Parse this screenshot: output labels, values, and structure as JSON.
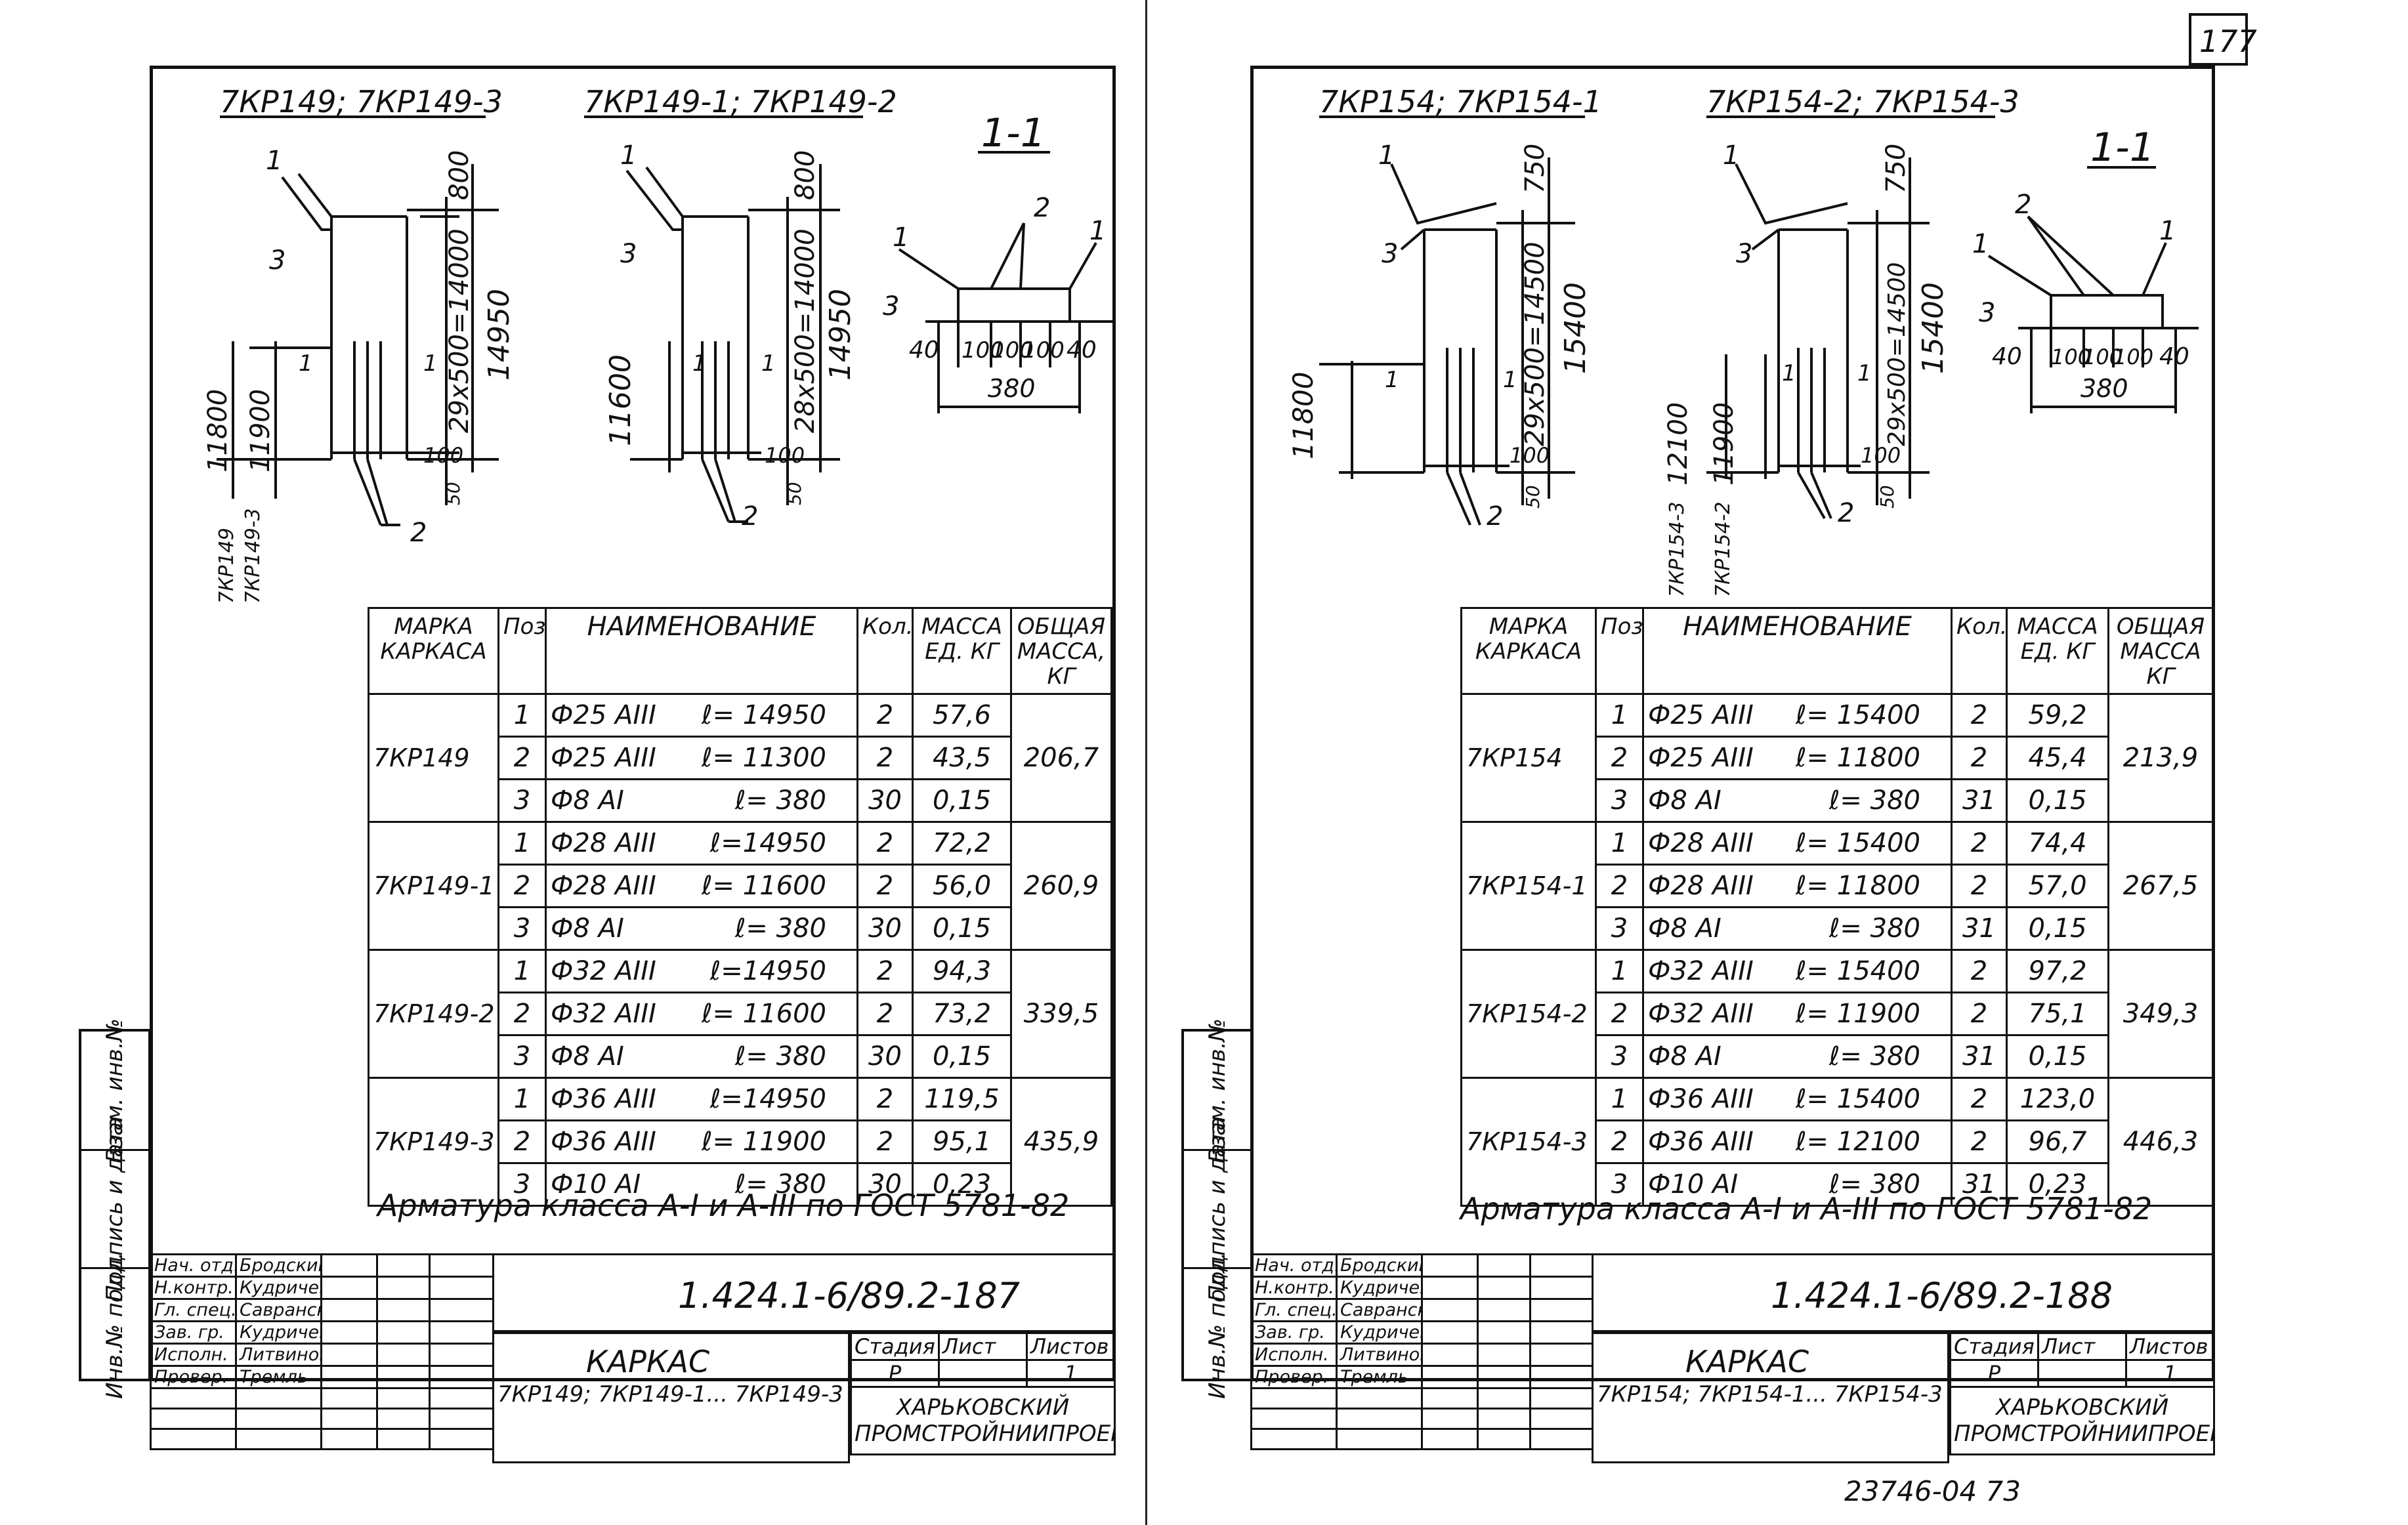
{
  "page_number": "177",
  "archive_number": "23746-04  73",
  "left": {
    "headers": {
      "group1": "7КР149; 7КР149-3",
      "group2": "7КР149-1; 7КР149-2",
      "section": "1-1"
    },
    "dims": {
      "d800a": "800",
      "d29x500": "29x500=14000",
      "d14950a": "14950",
      "d11800": "11800",
      "d11900": "11900",
      "d100a": "100",
      "d50a": "50",
      "d800b": "800",
      "d28x500": "28x500=14000",
      "d14950b": "14950",
      "d11600": "11600",
      "d100b": "100",
      "d50b": "50",
      "s40a": "40",
      "s100a": "100",
      "s100b": "100",
      "s100c": "100",
      "s40b": "40",
      "s380": "380",
      "mark1": "1",
      "mark2": "2",
      "mark3": "3",
      "cut": "1",
      "v1": "7КР149",
      "v2": "7КР149-3"
    },
    "table": {
      "h_mark": "МАРКА КАРКАСА",
      "h_pos": "Поз.",
      "h_name": "НАИМЕНОВАНИЕ",
      "h_qty": "Кол.",
      "h_mass": "МАССА ЕД. КГ",
      "h_total": "ОБЩАЯ МАССА, КГ",
      "groups": [
        {
          "mark": "7КР149",
          "total": "206,7",
          "rows": [
            {
              "pos": "1",
              "name": "Ф25 АIII",
              "len": "ℓ= 14950",
              "qty": "2",
              "mass": "57,6"
            },
            {
              "pos": "2",
              "name": "Ф25 АIII",
              "len": "ℓ= 11300",
              "qty": "2",
              "mass": "43,5"
            },
            {
              "pos": "3",
              "name": "Ф8 АI",
              "len": "ℓ= 380",
              "qty": "30",
              "mass": "0,15"
            }
          ]
        },
        {
          "mark": "7КР149-1",
          "total": "260,9",
          "rows": [
            {
              "pos": "1",
              "name": "Ф28 АIII",
              "len": "ℓ=14950",
              "qty": "2",
              "mass": "72,2"
            },
            {
              "pos": "2",
              "name": "Ф28 АIII",
              "len": "ℓ= 11600",
              "qty": "2",
              "mass": "56,0"
            },
            {
              "pos": "3",
              "name": "Ф8 АI",
              "len": "ℓ= 380",
              "qty": "30",
              "mass": "0,15"
            }
          ]
        },
        {
          "mark": "7КР149-2",
          "total": "339,5",
          "rows": [
            {
              "pos": "1",
              "name": "Ф32 АIII",
              "len": "ℓ=14950",
              "qty": "2",
              "mass": "94,3"
            },
            {
              "pos": "2",
              "name": "Ф32 АIII",
              "len": "ℓ= 11600",
              "qty": "2",
              "mass": "73,2"
            },
            {
              "pos": "3",
              "name": "Ф8 АI",
              "len": "ℓ= 380",
              "qty": "30",
              "mass": "0,15"
            }
          ]
        },
        {
          "mark": "7КР149-3",
          "total": "435,9",
          "rows": [
            {
              "pos": "1",
              "name": "Ф36 АIII",
              "len": "ℓ=14950",
              "qty": "2",
              "mass": "119,5"
            },
            {
              "pos": "2",
              "name": "Ф36 АIII",
              "len": "ℓ= 11900",
              "qty": "2",
              "mass": "95,1"
            },
            {
              "pos": "3",
              "name": "Ф10 АI",
              "len": "ℓ= 380",
              "qty": "30",
              "mass": "0,23"
            }
          ]
        }
      ]
    },
    "note": "Арматура класса А-I и А-III по ГОСТ 5781-82",
    "sidebar": {
      "c1": "Взам. инв.№",
      "c2": "Подпись и дата",
      "c3": "Инв.№ подл."
    },
    "stamp": {
      "roles": [
        "Нач. отд.",
        "Н.контр.",
        "Гл. спец.",
        "Зав. гр.",
        "Исполн.",
        "Провер."
      ],
      "names": [
        "Бродский",
        "Кудричевская",
        "Савранский",
        "Кудричевская",
        "Литвинова",
        "Тремль"
      ],
      "code": "1.424.1-6/89.2-187",
      "title": "КАРКАС",
      "subtitle": "7КР149; 7КР149-1... 7КР149-3",
      "h_stage": "Стадия",
      "h_sheet": "Лист",
      "h_sheets": "Листов",
      "stage": "Р",
      "sheet": "",
      "sheets": "1",
      "org": "ХАРЬКОВСКИЙ ПРОМСТРОЙНИИПРОЕКТ"
    }
  },
  "right": {
    "headers": {
      "group1": "7КР154; 7КР154-1",
      "group2": "7КР154-2; 7КР154-3",
      "section": "1-1"
    },
    "dims": {
      "d750a": "750",
      "d29x500": "29x500=14500",
      "d15400a": "15400",
      "d11800": "11800",
      "d100a": "100",
      "d50a": "50",
      "d750b": "750",
      "d29x500b": "29x500=14500",
      "d15400b": "15400",
      "d12100": "12100",
      "d11900": "11900",
      "d100b": "100",
      "d50b": "50",
      "s40a": "40",
      "s100a": "100",
      "s100b": "100",
      "s100c": "100",
      "s40b": "40",
      "s380": "380",
      "mark1": "1",
      "mark2": "2",
      "mark3": "3",
      "cut": "1",
      "v1": "7КР154-3",
      "v2": "7КР154-2"
    },
    "table": {
      "h_mark": "МАРКА КАРКАСА",
      "h_pos": "Поз.",
      "h_name": "НАИМЕНОВАНИЕ",
      "h_qty": "Кол.",
      "h_mass": "МАССА ЕД. КГ",
      "h_total": "ОБЩАЯ МАССА КГ",
      "groups": [
        {
          "mark": "7КР154",
          "total": "213,9",
          "rows": [
            {
              "pos": "1",
              "name": "Ф25 АIII",
              "len": "ℓ= 15400",
              "qty": "2",
              "mass": "59,2"
            },
            {
              "pos": "2",
              "name": "Ф25 АIII",
              "len": "ℓ= 11800",
              "qty": "2",
              "mass": "45,4"
            },
            {
              "pos": "3",
              "name": "Ф8 АI",
              "len": "ℓ= 380",
              "qty": "31",
              "mass": "0,15"
            }
          ]
        },
        {
          "mark": "7КР154-1",
          "total": "267,5",
          "rows": [
            {
              "pos": "1",
              "name": "Ф28 АIII",
              "len": "ℓ= 15400",
              "qty": "2",
              "mass": "74,4"
            },
            {
              "pos": "2",
              "name": "Ф28 АIII",
              "len": "ℓ= 11800",
              "qty": "2",
              "mass": "57,0"
            },
            {
              "pos": "3",
              "name": "Ф8 АI",
              "len": "ℓ= 380",
              "qty": "31",
              "mass": "0,15"
            }
          ]
        },
        {
          "mark": "7КР154-2",
          "total": "349,3",
          "rows": [
            {
              "pos": "1",
              "name": "Ф32 АIII",
              "len": "ℓ= 15400",
              "qty": "2",
              "mass": "97,2"
            },
            {
              "pos": "2",
              "name": "Ф32 АIII",
              "len": "ℓ= 11900",
              "qty": "2",
              "mass": "75,1"
            },
            {
              "pos": "3",
              "name": "Ф8 АI",
              "len": "ℓ= 380",
              "qty": "31",
              "mass": "0,15"
            }
          ]
        },
        {
          "mark": "7КР154-3",
          "total": "446,3",
          "rows": [
            {
              "pos": "1",
              "name": "Ф36 АIII",
              "len": "ℓ= 15400",
              "qty": "2",
              "mass": "123,0"
            },
            {
              "pos": "2",
              "name": "Ф36 АIII",
              "len": "ℓ= 12100",
              "qty": "2",
              "mass": "96,7"
            },
            {
              "pos": "3",
              "name": "Ф10 АI",
              "len": "ℓ= 380",
              "qty": "31",
              "mass": "0,23"
            }
          ]
        }
      ]
    },
    "note": "Арматура класса А-I и А-III по ГОСТ 5781-82",
    "sidebar": {
      "c1": "Взам. инв.№",
      "c2": "Подпись и дата",
      "c3": "Инв.№ подл."
    },
    "stamp": {
      "roles": [
        "Нач. отд.",
        "Н.контр.",
        "Гл. спец.",
        "Зав. гр.",
        "Исполн.",
        "Провер."
      ],
      "names": [
        "Бродский",
        "Кудричевская",
        "Савранский",
        "Кудричевская",
        "Литвинова",
        "Тремль"
      ],
      "code": "1.424.1-6/89.2-188",
      "title": "КАРКАС",
      "subtitle": "7КР154; 7КР154-1... 7КР154-3",
      "h_stage": "Стадия",
      "h_sheet": "Лист",
      "h_sheets": "Листов",
      "stage": "Р",
      "sheet": "",
      "sheets": "1",
      "org": "ХАРЬКОВСКИЙ ПРОМСТРОЙНИИПРОЕКТ"
    }
  }
}
